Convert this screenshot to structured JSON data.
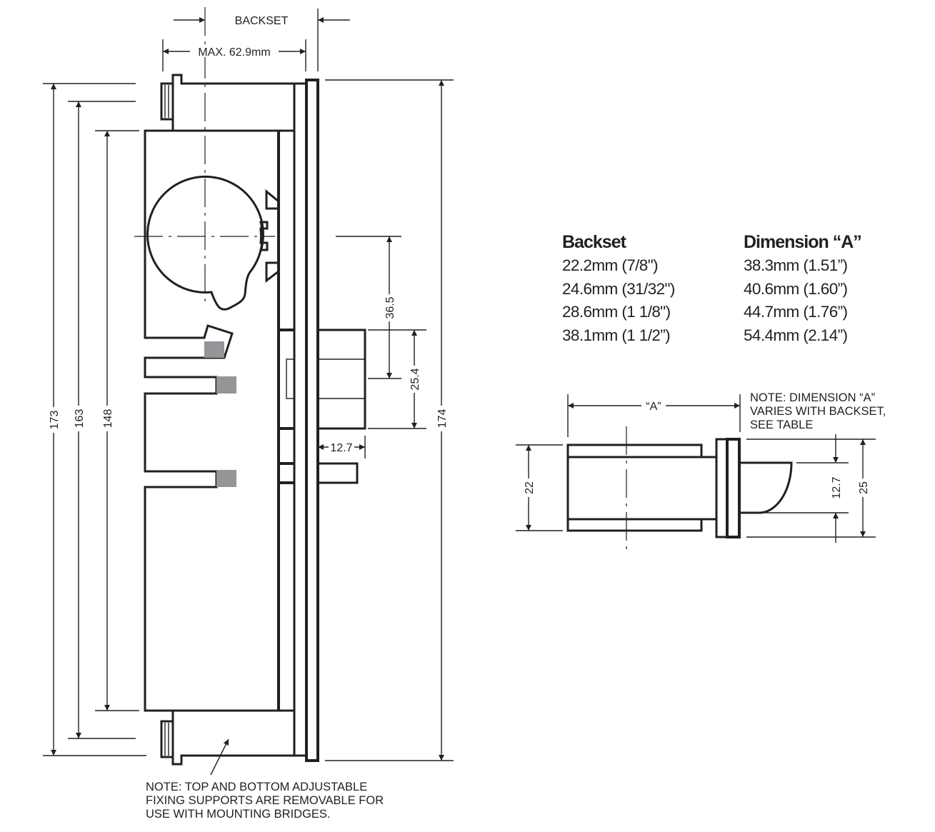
{
  "dimensions": {
    "backset_label": "BACKSET",
    "max_depth": "MAX. 62.9mm",
    "overall_173": "173",
    "overall_163": "163",
    "body_148": "148",
    "faceplate_174": "174",
    "hub_to_latch_36_5": "36.5",
    "latch_height_25_4": "25.4",
    "latch_throw_12_7": "12.7"
  },
  "note_bottom": [
    "NOTE: TOP AND BOTTOM ADJUSTABLE",
    "FIXING SUPPORTS ARE REMOVABLE FOR",
    "USE WITH MOUNTING BRIDGES."
  ],
  "table": {
    "headers": [
      "Backset",
      "Dimension “A”"
    ],
    "rows": [
      [
        "22.2mm (7/8\")",
        "38.3mm (1.51”)"
      ],
      [
        "24.6mm (31/32\")",
        "40.6mm (1.60”)"
      ],
      [
        "28.6mm (1 1/8\")",
        "44.7mm (1.76”)"
      ],
      [
        "38.1mm (1 1/2”)",
        "54.4mm (2.14”)"
      ]
    ]
  },
  "cylinder": {
    "dim_a": "“A”",
    "dim_22": "22",
    "dim_12_7": "12.7",
    "dim_25": "25",
    "note": [
      "NOTE: DIMENSION “A”",
      "VARIES WITH BACKSET,",
      "SEE TABLE"
    ]
  }
}
